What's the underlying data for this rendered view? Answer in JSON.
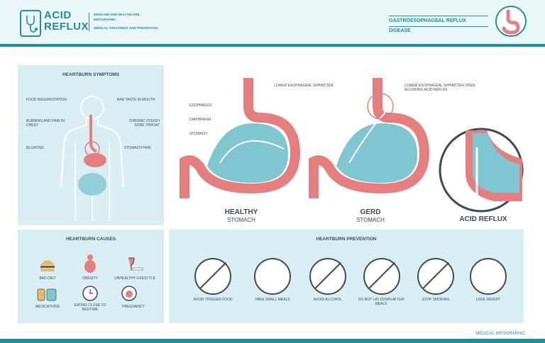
{
  "header": {
    "title_line1": "ACID",
    "title_line2": "REFLUX",
    "sub1": "MEDICINE AND HEALTHCARE",
    "sub2": "INFOGRAPHIC",
    "sub3": "MEDICAL TREATMENT AND PREVENTION",
    "right_title": "GASTROESOPHAGEAL REFLUX DISEASE"
  },
  "symptoms": {
    "title": "HEARTBURN SYMPTOMS",
    "labels": [
      "FOOD REGURGITATION",
      "BAD TASTE IN MOUTH",
      "BURNING AND PAIN IN CHEST",
      "CHRONIC COUGH SORE THROAT",
      "BLOATING",
      "STOMACH PAIN"
    ]
  },
  "anatomy": {
    "labels": [
      "ESOPHAGUS",
      "LOWER ESOPHAGEAL SPHINCTER",
      "DIAPHRAGM",
      "STOMACH",
      "LOWER ESOPHAGEAL SPHINCTER OPEN ALLOWING ACID REFLUX"
    ],
    "healthy_title": "HEALTHY",
    "healthy_sub": "STOMACH",
    "gerd_title": "GERD",
    "gerd_sub": "STOMACH",
    "reflux_title": "ACID REFLUX"
  },
  "causes": {
    "title": "HEARTBURN CAUSES",
    "items": [
      "BAD DIET",
      "OBESITY",
      "UNHEALTHY LIFESTYLE",
      "MEDICATIONS",
      "EATING CLOSE TO BEDTIME",
      "PREGNANCY"
    ]
  },
  "prevention": {
    "title": "HEARTBURN  PREVENTION",
    "items": [
      "AVOID TRIGGER FOOD",
      "HAVE SMALL MEALS",
      "AVOID ALCOHOL",
      "DO NOT LAY DOWN AFTER MEALS",
      "STOP SMOKING",
      "LOSE WEIGHT"
    ]
  },
  "footer": {
    "text": "MEDICAL INFOGRAPHIC"
  },
  "colors": {
    "teal": "#1f8f99",
    "panel": "#d9eef2",
    "tissue": "#e57f7f",
    "acid": "#7fc6d1"
  }
}
